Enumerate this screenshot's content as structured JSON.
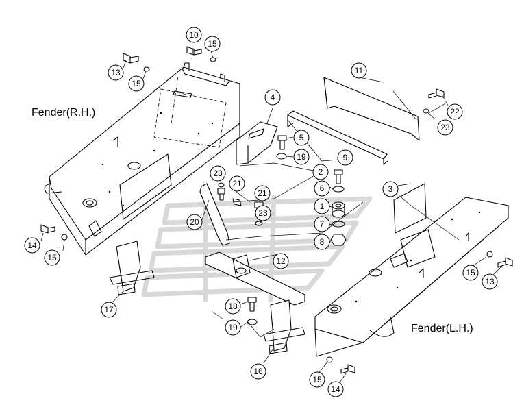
{
  "labels": {
    "fender_rh": "Fender(R.H.)",
    "fender_lh": "Fender(L.H.)"
  },
  "callouts": [
    "1",
    "2",
    "3",
    "4",
    "5",
    "6",
    "7",
    "8",
    "9",
    "10",
    "11",
    "12",
    "13",
    "14",
    "15",
    "16",
    "17",
    "18",
    "19",
    "20",
    "21",
    "22",
    "23"
  ]
}
